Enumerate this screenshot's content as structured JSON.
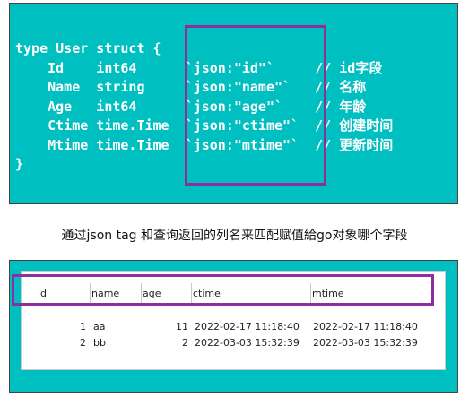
{
  "code": {
    "lines": [
      "type User struct {",
      "    Id    int64      `json:\"id\"`     // id字段",
      "    Name  string     `json:\"name\"`   // 名称",
      "    Age   int64      `json:\"age\"`    // 年龄",
      "    Ctime time.Time  `json:\"ctime\"`  // 创建时间",
      "    Mtime time.Time  `json:\"mtime\"`  // 更新时间",
      "}"
    ]
  },
  "caption": "通过json tag 和查询返回的列名来匹配赋值給go对象哪个字段",
  "table": {
    "columns": [
      "id",
      "name",
      "age",
      "ctime",
      "mtime"
    ],
    "rows": [
      {
        "id": "1",
        "name": "aa",
        "age": "11",
        "ctime": "2022-02-17 11:18:40",
        "mtime": "2022-02-17 11:18:40"
      },
      {
        "id": "2",
        "name": "bb",
        "age": "2",
        "ctime": "2022-03-03 15:32:39",
        "mtime": "2022-03-03 15:32:39"
      }
    ]
  },
  "colors": {
    "panel_background": "#00bfc0",
    "highlight_border": "#8e2fa0",
    "code_text": "#ffffff"
  }
}
